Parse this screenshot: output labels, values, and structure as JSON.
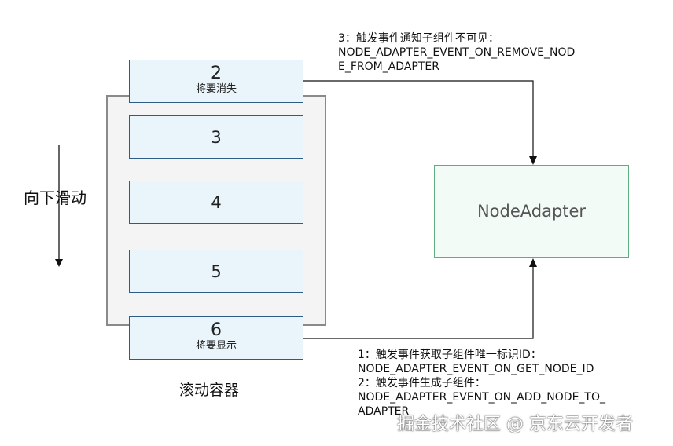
{
  "scroll_direction_label": "向下滑动",
  "container_label": "滚动容器",
  "items": [
    {
      "number": "2",
      "status": "将要消失"
    },
    {
      "number": "3"
    },
    {
      "number": "4"
    },
    {
      "number": "5"
    },
    {
      "number": "6",
      "status": "将要显示"
    }
  ],
  "node_adapter_label": "NodeAdapter",
  "top_note": {
    "line1": "3：触发事件通知子组件不可见：",
    "line2": "NODE_ADAPTER_EVENT_ON_REMOVE_NOD",
    "line3": "E_FROM_ADAPTER"
  },
  "bottom_note": {
    "line1": "1：触发事件获取子组件唯一标识ID：",
    "line2": "NODE_ADAPTER_EVENT_ON_GET_NODE_ID",
    "line3": "2：触发事件生成子组件：",
    "line4": "NODE_ADAPTER_EVENT_ON_ADD_NODE_TO_",
    "line5": "ADAPTER"
  },
  "watermark": "掘金技术社区 @ 京东云开发者",
  "colors": {
    "item_border": "#2d5d86",
    "item_fill": "#eaf4fb",
    "adapter_border": "#5fae82",
    "container_border": "#8a8a8a"
  }
}
